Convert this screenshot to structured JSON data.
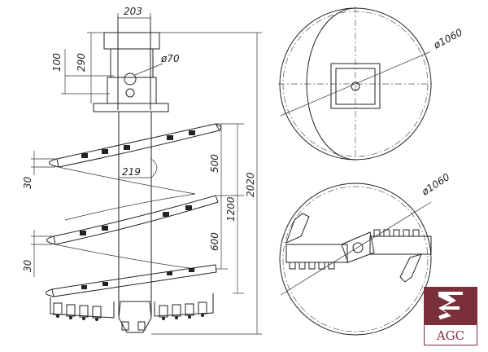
{
  "dimensions": {
    "top_width": "203",
    "pin_diameter": "ø70",
    "height_100": "100",
    "height_290": "290",
    "core_diameter": "219",
    "pitch_500": "500",
    "pitch_1200": "1200",
    "pitch_600": "600",
    "total_2020": "2020",
    "flight_thickness_1": "30",
    "flight_thickness_2": "30",
    "top_view_diameter": "ø1060",
    "bottom_view_diameter": "ø1060"
  },
  "logo": {
    "text": "AGC",
    "color": "#7a2f3a"
  }
}
